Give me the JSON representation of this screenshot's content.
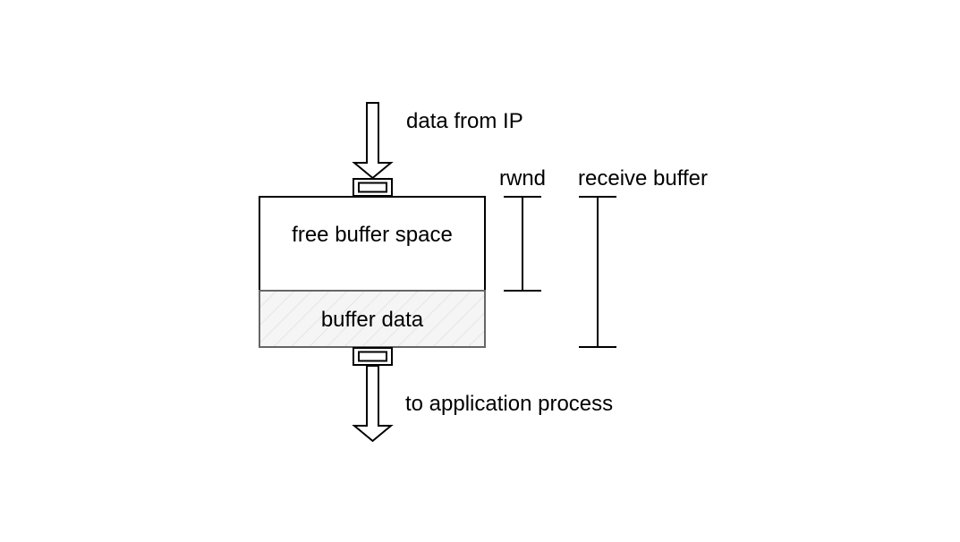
{
  "labels": {
    "input": "data from IP",
    "output": "to application process",
    "free": "free buffer space",
    "used": "buffer data",
    "rwnd": "rwnd",
    "receive_buffer": "receive buffer"
  },
  "colors": {
    "stroke": "#000000",
    "used_stroke": "#666666",
    "used_fill": "#f5f5f5",
    "hatch": "#e0e0e0",
    "background": "#ffffff"
  }
}
